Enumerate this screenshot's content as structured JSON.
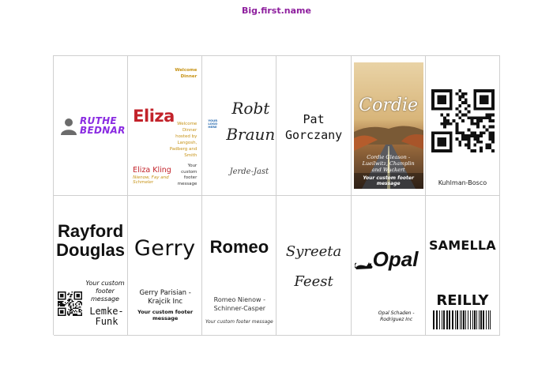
{
  "page": {
    "title": "Big.first.name"
  },
  "cards": {
    "c1": {
      "name": "RUTHE BEDNAR",
      "icon": "person-silhouette-icon",
      "color": "#8a2be2"
    },
    "c2": {
      "welcome_top": "Welcome Dinner",
      "first": "Eliza",
      "welcome_side": "Welcome Dinner hosted by Langosh, Padberg and Smith",
      "full": "Eliza Kling",
      "company": "Nienow, Fay and Schmeler",
      "footer": "Your custom footer message",
      "accent": "#c2222a",
      "gold": "#c69214"
    },
    "c3": {
      "logo_text": "YOUR LOGO HERE",
      "first": "Robt",
      "last": "Braun",
      "company": "Jerde-Jast"
    },
    "c4": {
      "first": "Pat",
      "last": "Gorczany"
    },
    "c5": {
      "name": "Cordie",
      "company": "Cordie Gleason - Lueilwitz, Champlin and Wuckert",
      "footer": "Your custom footer message",
      "image": "road-landscape-photo"
    },
    "c6": {
      "company": "Kuhlman-Bosco",
      "icon": "qr-code-icon"
    },
    "c7": {
      "first": "Rayford",
      "last": "Douglas",
      "footer": "Your custom footer message",
      "company": "Lemke-Funk",
      "icon": "qr-code-icon"
    },
    "c8": {
      "name": "Gerry",
      "company": "Gerry Parisian - Krajcik Inc",
      "footer": "Your custom footer message"
    },
    "c9": {
      "name": "Romeo",
      "company": "Romeo Nienow - Schinner-Casper",
      "footer": "Your custom footer message"
    },
    "c10": {
      "first": "Syreeta",
      "last": "Feest"
    },
    "c11": {
      "name": "Opal",
      "company": "Opal Schaden - Rodriguez Inc",
      "icon": "cat-silhouette-icon"
    },
    "c12": {
      "first": "SAMELLA",
      "last": "REILLY",
      "icon": "barcode-icon"
    }
  }
}
